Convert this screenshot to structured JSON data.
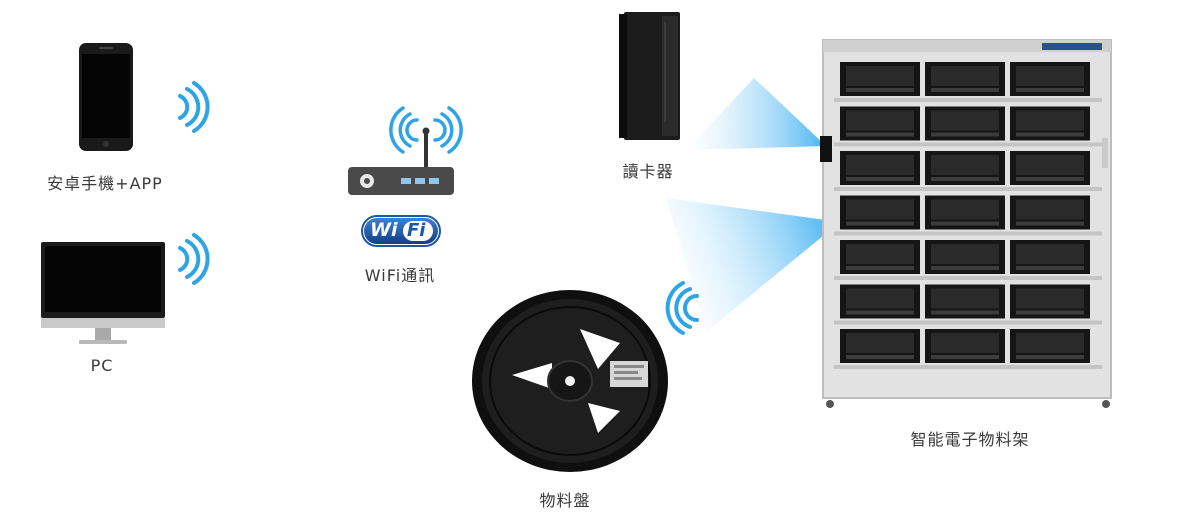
{
  "labels": {
    "phone": "安卓手機+APP",
    "pc": "PC",
    "wifi": "WiFi通訊",
    "reader": "讀卡器",
    "reel": "物料盤",
    "shelf": "智能電子物料架"
  },
  "wifi_logo": {
    "left": "Wi",
    "right": "Fi"
  },
  "colors": {
    "signal": "#2ea3e6",
    "beam": "#6cc4f5",
    "wifi_badge": "#1f57a8",
    "device_black": "#111111",
    "shelf_frame": "#d8d8d8"
  }
}
